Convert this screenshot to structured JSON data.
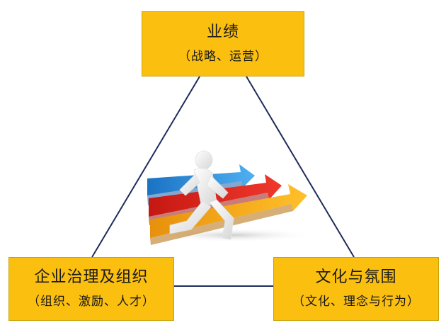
{
  "colors": {
    "box_fill": "#fbbf10",
    "line": "#1f2c5a",
    "arrow_blue": "#2f8fdc",
    "arrow_red": "#e02018",
    "arrow_yellow": "#f5a71a",
    "figure": "#ffffff"
  },
  "nodes": {
    "top": {
      "title": "业绩",
      "subtitle": "（战略、运营）"
    },
    "left": {
      "title": "企业治理及组织",
      "subtitle": "（组织、激励、人才）"
    },
    "right": {
      "title": "文化与氛围",
      "subtitle": "（文化、理念与行为）"
    }
  },
  "center_image": {
    "icon": "runner-with-arrows-icon"
  }
}
